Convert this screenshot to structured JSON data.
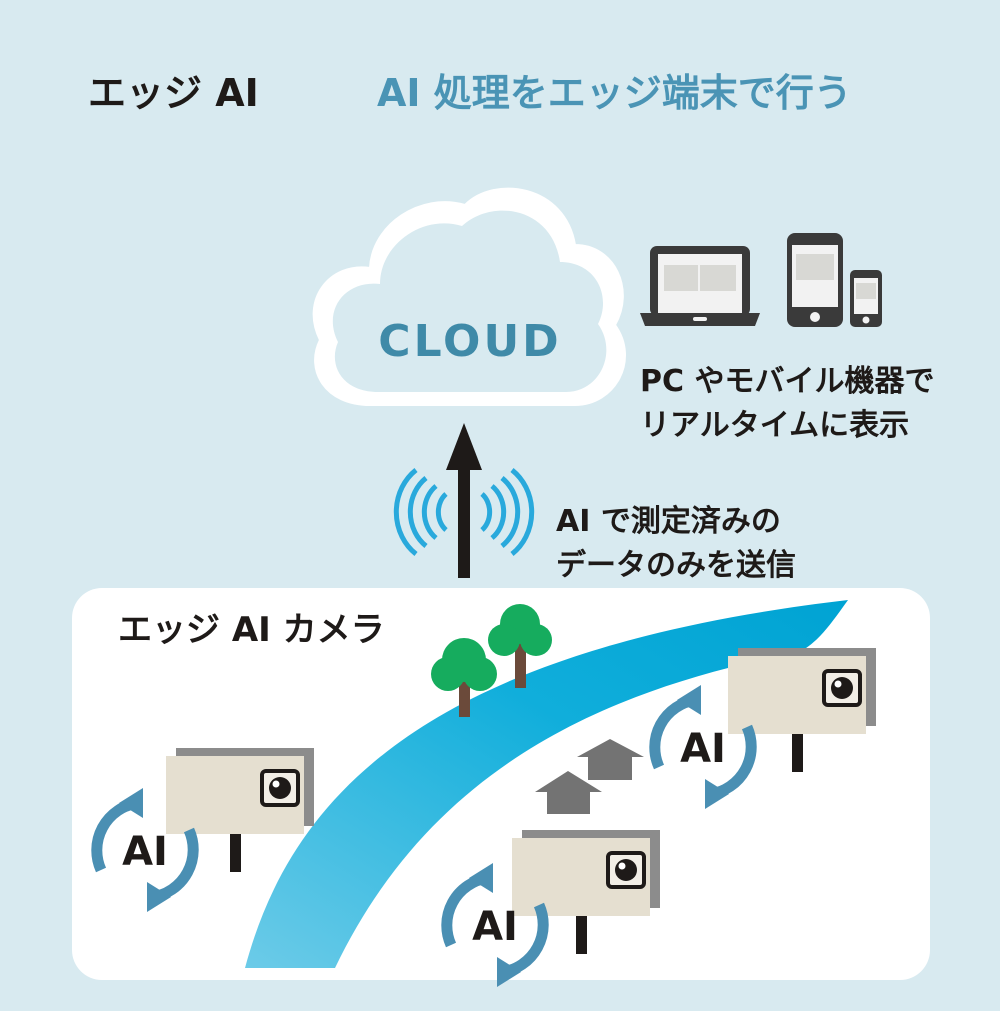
{
  "header": {
    "title": "エッジ AI",
    "subtitle": "AI 処理をエッジ端末で行う"
  },
  "cloud": {
    "label": "CLOUD"
  },
  "devices": {
    "caption_line1": "PC やモバイル機器で",
    "caption_line2": "リアルタイムに表示"
  },
  "upload": {
    "caption_line1": "AI で測定済みの",
    "caption_line2": "データのみを送信"
  },
  "panel": {
    "title": "エッジ AI カメラ",
    "cameras": [
      {
        "badge": "AI"
      },
      {
        "badge": "AI"
      },
      {
        "badge": "AI"
      }
    ]
  },
  "colors": {
    "background": "#d8eaf0",
    "accent": "#4a94b5",
    "ring": "#4a8fb3",
    "river": "#00a8d6"
  }
}
